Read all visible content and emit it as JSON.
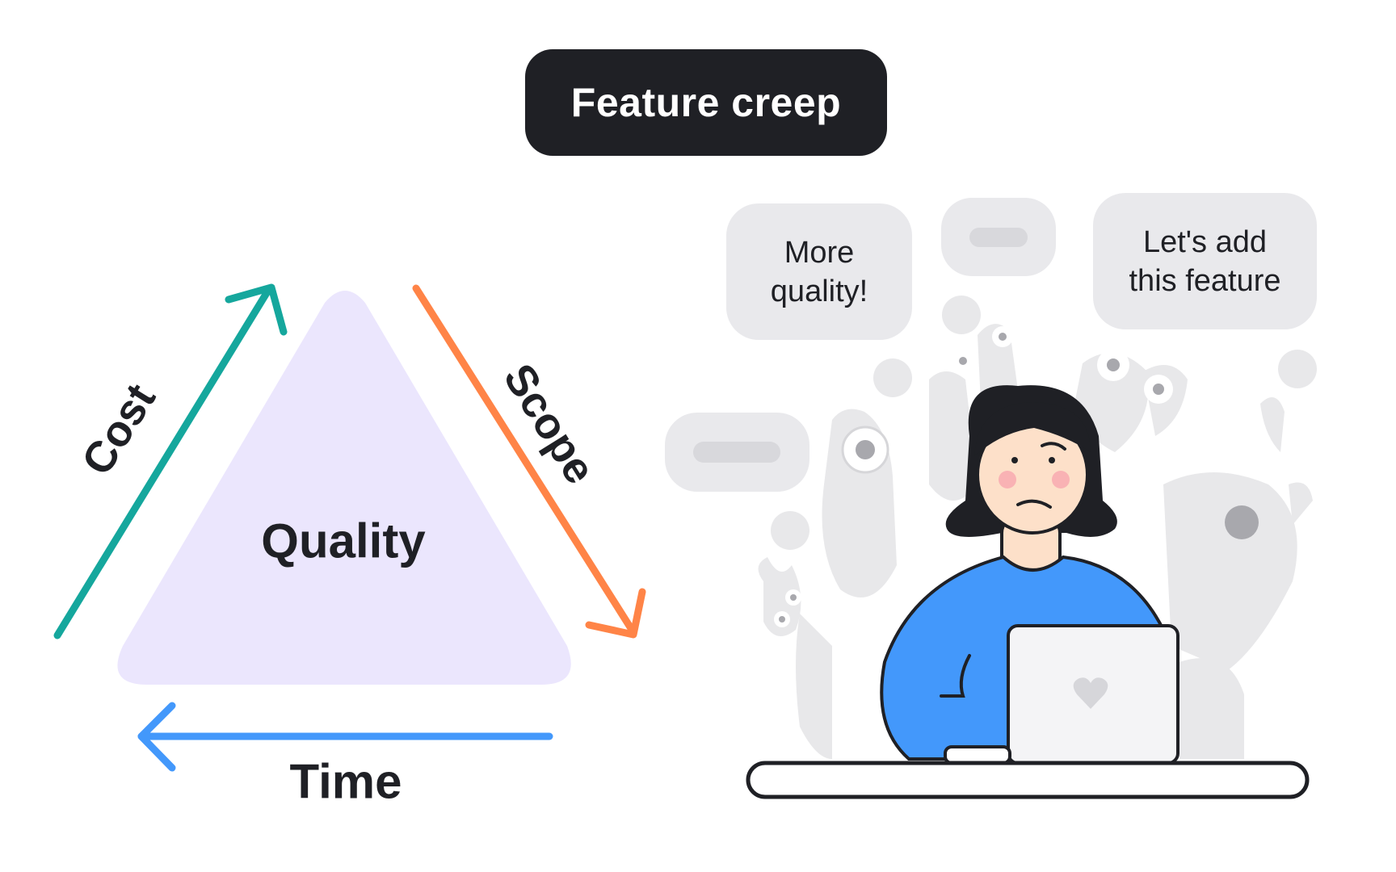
{
  "title": "Feature creep",
  "triangle": {
    "center_label": "Quality",
    "sides": {
      "cost": "Cost",
      "scope": "Scope",
      "time": "Time"
    }
  },
  "colors": {
    "title_bg": "#1f2025",
    "triangle_fill": "#ebe6fd",
    "cost_arrow": "#15a79d",
    "scope_arrow": "#ff8447",
    "time_arrow": "#4398fb",
    "bubble": "#e9e9ec",
    "shirt": "#4398fb"
  },
  "speech_bubbles": {
    "left": [
      "More",
      "quality!"
    ],
    "right": [
      "Let's add",
      "this feature"
    ]
  }
}
